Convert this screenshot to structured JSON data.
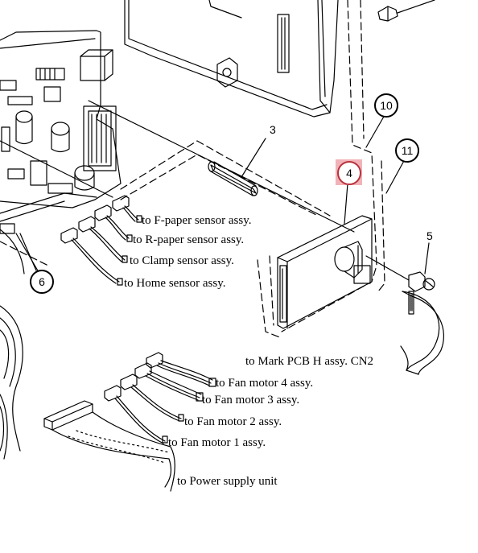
{
  "callouts": {
    "c3": "3",
    "c4": "4",
    "c5": "5",
    "c6": "6",
    "c10": "10",
    "c11": "11"
  },
  "labels": {
    "f_paper": "to F-paper sensor assy.",
    "r_paper": "to R-paper sensor assy.",
    "clamp": "to Clamp sensor assy.",
    "home": "to Home sensor assy.",
    "mark_pcb": "to Mark PCB H assy. CN2",
    "fan4": "to Fan motor 4 assy.",
    "fan3": "to Fan motor 3 assy.",
    "fan2": "to Fan motor 2 assy.",
    "fan1": "to Fan motor 1 assy.",
    "power": "to Power supply unit"
  },
  "colors": {
    "line": "#000000",
    "highlight_fill": "#f1b3b8",
    "highlight_ring": "#b8323c"
  }
}
